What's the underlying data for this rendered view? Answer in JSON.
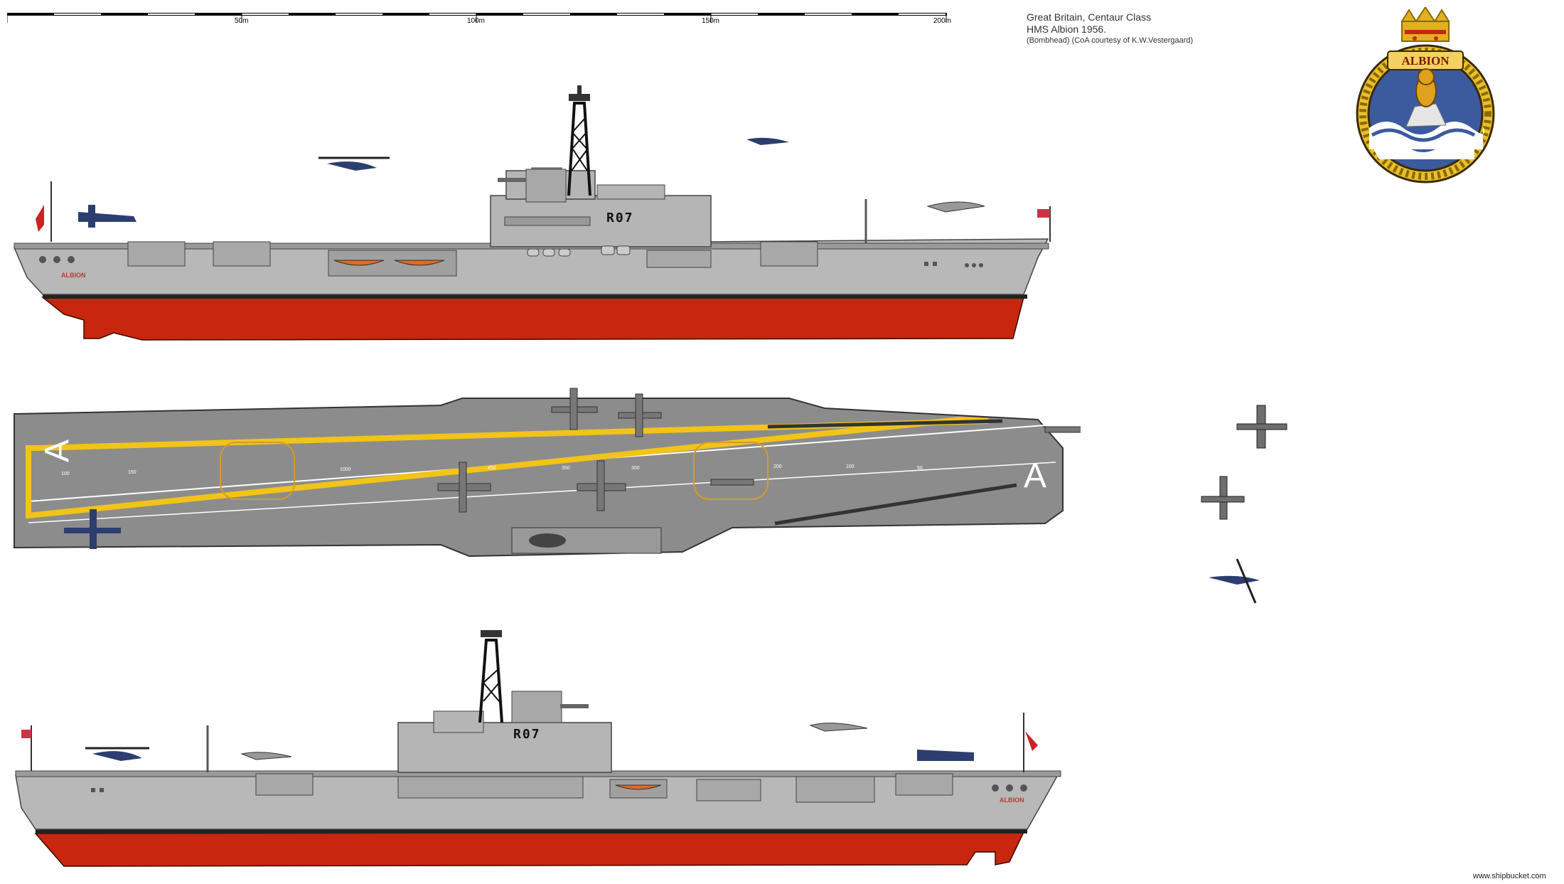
{
  "scale": {
    "labels": [
      "50m",
      "100m",
      "150m",
      "200m"
    ]
  },
  "title": {
    "line1": "Great Britain, Centaur Class",
    "line2": "HMS  Albion 1956.",
    "credit": "(Bombhead)  (CoA courtesy of  K.W.Vestergaard)"
  },
  "crest": {
    "name": "ALBION"
  },
  "ship": {
    "pennant": "R07",
    "hull_name": "ALBION",
    "deck_letter": "A",
    "deck_marks": [
      "100",
      "150",
      "1000",
      "450",
      "350",
      "300",
      "200",
      "100",
      "50"
    ]
  },
  "watermark": "www.shipbucket.com",
  "colors": {
    "hull_grey": "#b8b8b8",
    "deck_grey": "#8c8c8c",
    "antifouling_red": "#c8260e",
    "deck_line_yellow": "#f2c418",
    "crest_blue": "#3b5b9e",
    "crest_gold": "#e0b020"
  }
}
